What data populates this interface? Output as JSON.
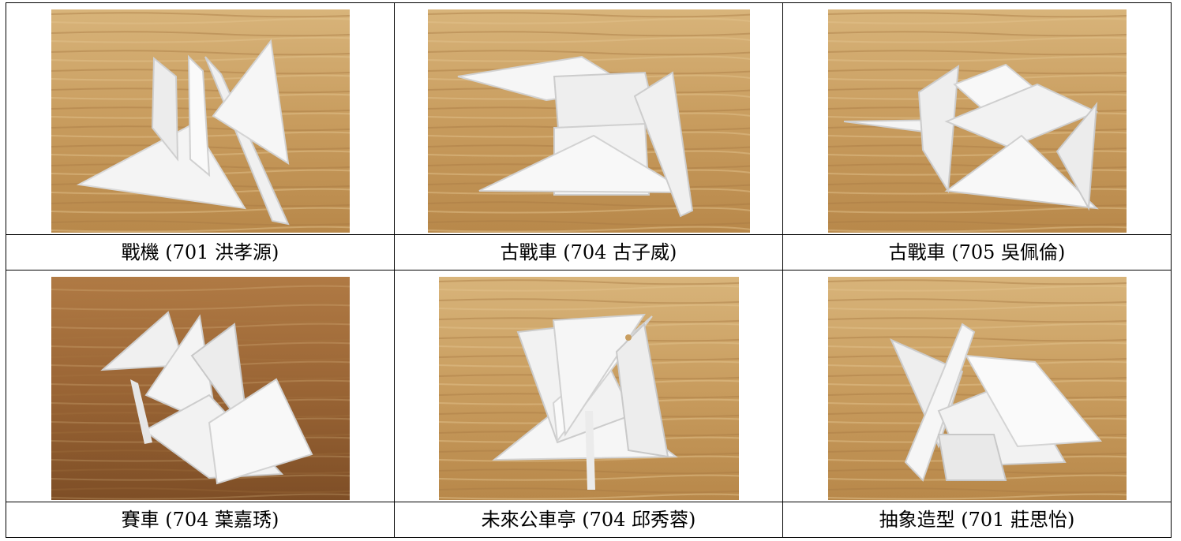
{
  "cells": [
    {
      "caption": "戰機 (701 洪孝源)",
      "background": "#c8a064"
    },
    {
      "caption": "古戰車 (704 古子威)",
      "background": "#c99e60"
    },
    {
      "caption": "古戰車 (705 吳佩倫)",
      "background": "#c7a066"
    },
    {
      "caption": "賽車 (704 葉嘉琇)",
      "background": "#9a6535"
    },
    {
      "caption": "未來公車亭 (704 邱秀蓉)",
      "background": "#cda163"
    },
    {
      "caption": "抽象造型 (701 莊思怡)",
      "background": "#cfa769"
    }
  ]
}
